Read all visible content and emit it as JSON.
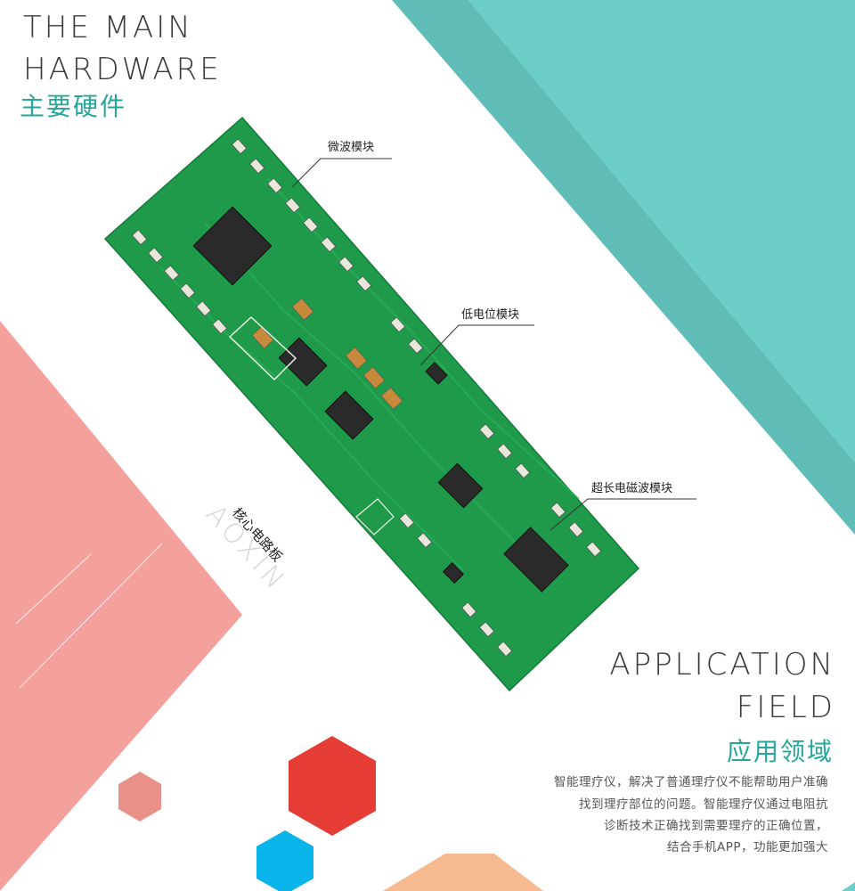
{
  "header": {
    "title_line1": "THE MAIN",
    "title_line2": "HARDWARE",
    "title_cn": "主要硬件"
  },
  "callouts": {
    "microwave": "微波模块",
    "low_potential": "低电位模块",
    "ultralong_em": "超长电磁波模块",
    "core_board": "核心电路板"
  },
  "watermark": "AOXIN",
  "application": {
    "title_line1": "APPLICATION",
    "title_line2": "FIELD",
    "title_cn": "应用领域",
    "desc_lines": [
      "智能理疗仪，解决了普通理疗仪不能帮助用户准确",
      "找到理疗部位的问题。智能理疗仪通过电阻抗",
      "诊断技术正确找到需要理疗的正确位置，",
      "结合手机APP，功能更加强大"
    ]
  },
  "colors": {
    "teal_light": "#66c9c4",
    "teal_dark": "#5fbcb7",
    "pink": "#f4a19d",
    "red_hex": "#e53d35",
    "blue_hex": "#08b4ea",
    "pink_hex": "#e99089",
    "peach": "#f7b98f",
    "pcb_green": "#1f9a4b"
  }
}
